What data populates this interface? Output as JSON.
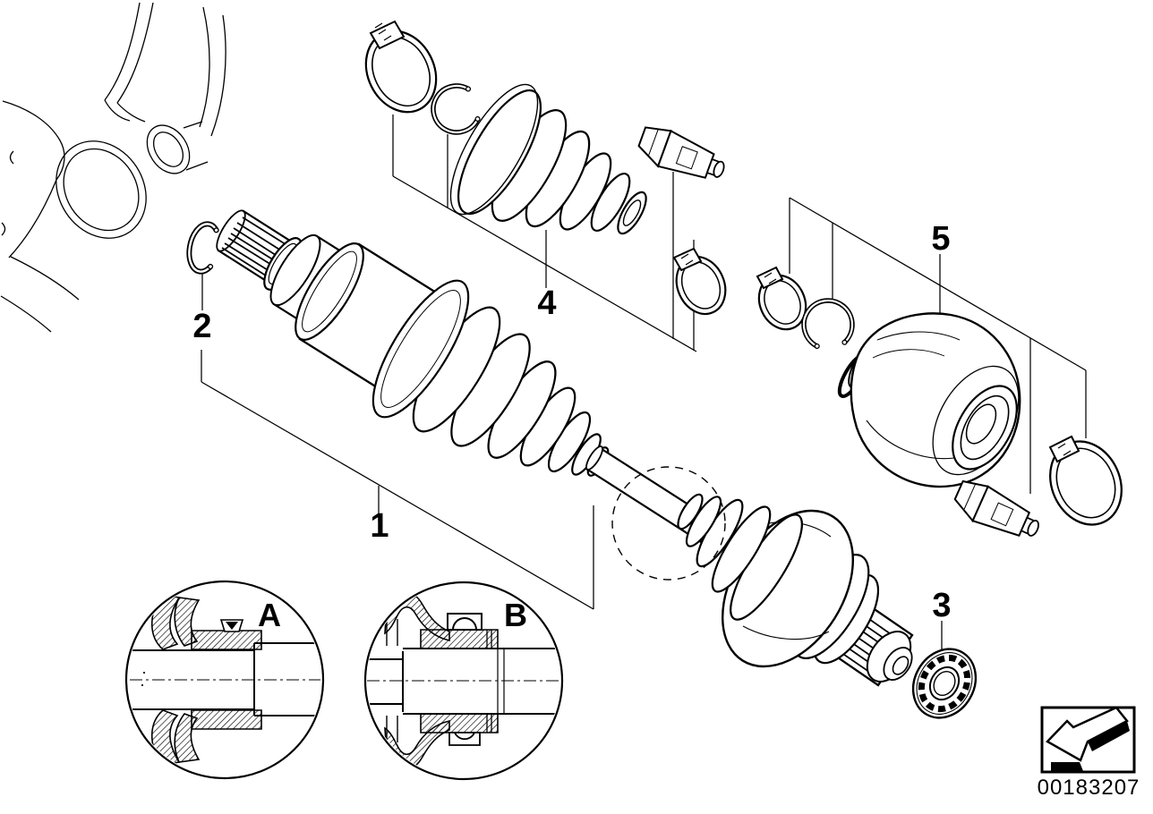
{
  "canvas": {
    "background": "#ffffff",
    "line_color": "#000000"
  },
  "callouts": [
    {
      "id": "part-1",
      "label": "1"
    },
    {
      "id": "part-2",
      "label": "2"
    },
    {
      "id": "part-3",
      "label": "3"
    },
    {
      "id": "part-4",
      "label": "4"
    },
    {
      "id": "part-5",
      "label": "5"
    }
  ],
  "detail_views": [
    {
      "id": "detail-a",
      "label": "A"
    },
    {
      "id": "detail-b",
      "label": "B"
    }
  ],
  "footer": {
    "diagram_code": "00183207"
  },
  "nav_box": {
    "icon": "arrow-down-left-icon"
  }
}
